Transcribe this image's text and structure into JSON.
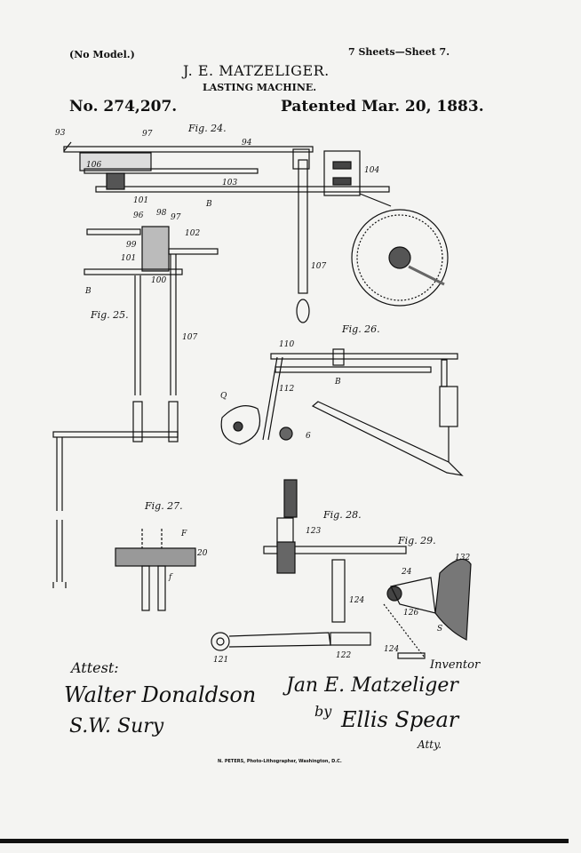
{
  "header": {
    "no_model": "(No Model.)",
    "sheets": "7 Sheets—Sheet 7.",
    "inventor": "J. E. MATZELIGER.",
    "title": "LASTING MACHINE.",
    "patent_number": "No. 274,207.",
    "patent_date": "Patented Mar. 20, 1883."
  },
  "figures": {
    "fig24": {
      "label": "Fig. 24.",
      "refs": [
        "93",
        "97",
        "94",
        "106",
        "104",
        "101",
        "103",
        "B"
      ]
    },
    "fig25": {
      "label": "Fig. 25.",
      "refs": [
        "96",
        "98",
        "97",
        "99",
        "101",
        "100",
        "102",
        "B",
        "107",
        "107"
      ]
    },
    "fig26": {
      "label": "Fig. 26.",
      "refs": [
        "110",
        "112",
        "B",
        "Q",
        "6"
      ]
    },
    "fig27": {
      "label": "Fig. 27.",
      "refs": [
        "F",
        "20",
        "f"
      ]
    },
    "fig28": {
      "label": "Fig. 28.",
      "refs": [
        "123",
        "124"
      ]
    },
    "fig29": {
      "label": "Fig. 29.",
      "refs": [
        "132",
        "24",
        "126",
        "S",
        "121",
        "122",
        "124"
      ]
    }
  },
  "signatures": {
    "attest": "Attest:",
    "witness1": "Walter Donaldson",
    "witness2": "S.W. Sury",
    "inventor_sig": "Jan E. Matzeliger",
    "inventor_label": "Inventor",
    "by": "by",
    "attorney": "Ellis Spear",
    "atty": "Atty."
  },
  "footer": {
    "printer": "N. PETERS, Photo-Lithographer, Washington, D.C."
  }
}
